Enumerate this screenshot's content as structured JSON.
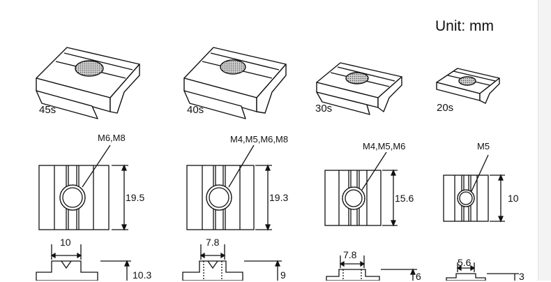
{
  "unit_label": "Unit: mm",
  "parts": [
    {
      "size": "45s",
      "thread": "M6,M8",
      "height": "19.5",
      "width": "10",
      "depth": "10.3"
    },
    {
      "size": "40s",
      "thread": "M4,M5,M6,M8",
      "height": "19.3",
      "width": "7.8",
      "depth": "9"
    },
    {
      "size": "30s",
      "thread": "M4,M5,M6",
      "height": "15.6",
      "width": "7.8",
      "depth": "6"
    },
    {
      "size": "20s",
      "thread": "M5",
      "height": "10",
      "width": "5.6",
      "depth": "3"
    }
  ]
}
